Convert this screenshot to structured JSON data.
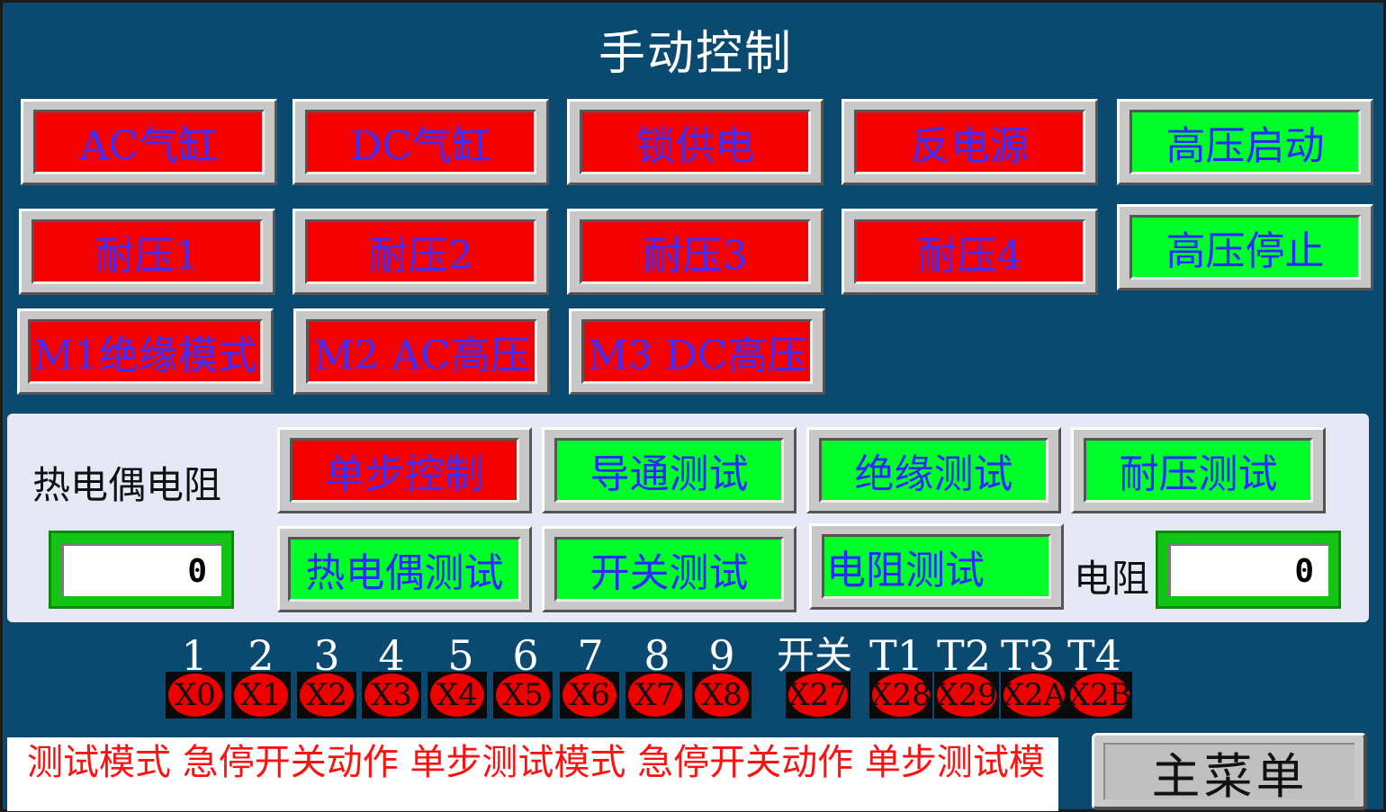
{
  "title": "手动控制",
  "row1": [
    "AC气缸",
    "DC气缸",
    "锁供电",
    "反电源",
    "高压启动"
  ],
  "row2": [
    "耐压1",
    "耐压2",
    "耐压3",
    "耐压4",
    "高压停止"
  ],
  "row3": [
    "M1绝缘模式",
    "M2  AC高压",
    "M3  DC高压"
  ],
  "panel": {
    "thermo_label": "热电偶电阻",
    "thermo_value": "0",
    "resistance_label": "电阻",
    "resistance_value": "0",
    "row_a": [
      "单步控制",
      "导通测试",
      "绝缘测试",
      "耐压测试"
    ],
    "row_b": [
      "热电偶测试",
      "开关测试",
      "电阻测试"
    ]
  },
  "io": {
    "numbers": [
      "1",
      "2",
      "3",
      "4",
      "5",
      "6",
      "7",
      "8",
      "9",
      "开关",
      "T1",
      "T2",
      "T3",
      "T4"
    ],
    "lamps": [
      "X0",
      "X1",
      "X2",
      "X3",
      "X4",
      "X5",
      "X6",
      "X7",
      "X8",
      "X27",
      "X28",
      "X29",
      "X2A",
      "X2B"
    ]
  },
  "ticker": "测试模式 急停开关动作 单步测试模式 急停开关动作 单步测试模",
  "menu_label": "主菜单",
  "colors": {
    "background": "#0b4a70",
    "off_red": "#f40000",
    "on_green": "#00ff2a",
    "label_blue": "#3f2cff"
  }
}
